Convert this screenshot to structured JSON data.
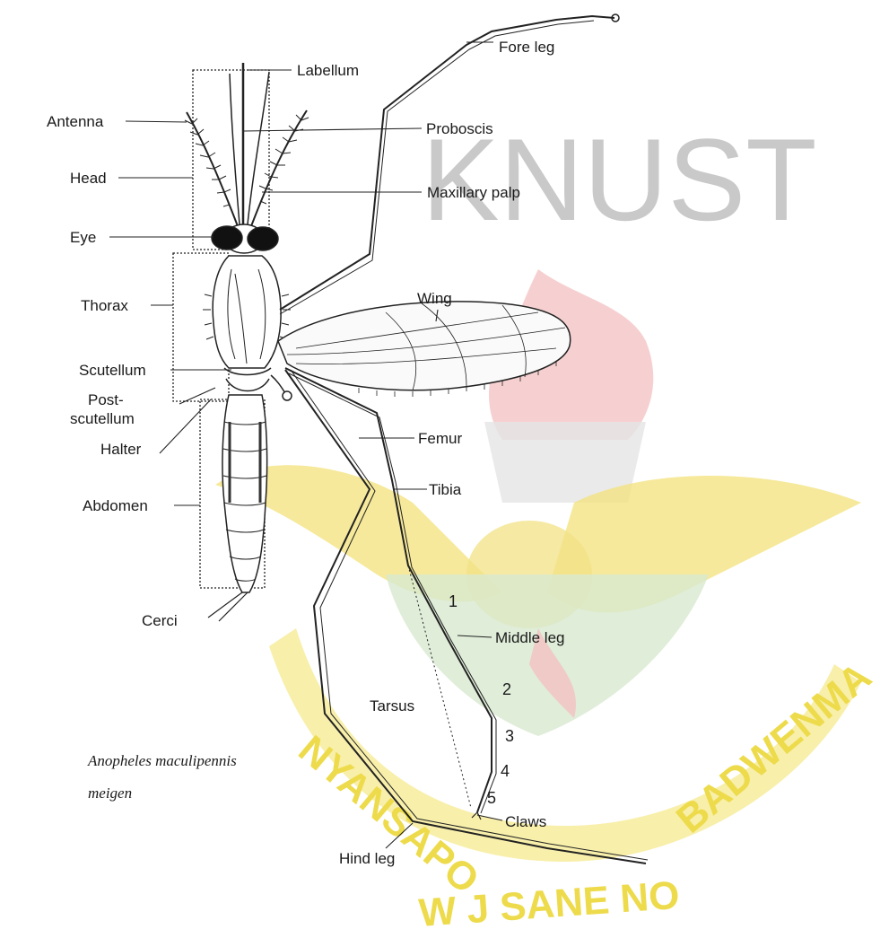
{
  "watermark": {
    "text": "KNUST",
    "motto_left": "NYANSAPO",
    "motto_right": "BADWENMA",
    "motto_bottom": "W J SANE NO",
    "colors": {
      "gold": "#f0dd5a",
      "green": "#cfe0c6",
      "red": "#f3b5b5",
      "gray": "#cccccc"
    }
  },
  "labels": {
    "fore_leg": "Fore leg",
    "labellum": "Labellum",
    "antenna": "Antenna",
    "proboscis": "Proboscis",
    "head": "Head",
    "maxillary_palp": "Maxillary palp",
    "eye": "Eye",
    "thorax": "Thorax",
    "wing": "Wing",
    "scutellum": "Scutellum",
    "post_1": "Post-",
    "post_2": "scutellum",
    "halter": "Halter",
    "femur": "Femur",
    "tibia": "Tibia",
    "abdomen": "Abdomen",
    "cerci": "Cerci",
    "middle_leg": "Middle leg",
    "tarsus": "Tarsus",
    "claws": "Claws",
    "hind_leg": "Hind leg"
  },
  "tarsal_segments": [
    "1",
    "2",
    "3",
    "4",
    "5"
  ],
  "species": {
    "line1": "Anopheles maculipennis",
    "line2": "meigen"
  }
}
